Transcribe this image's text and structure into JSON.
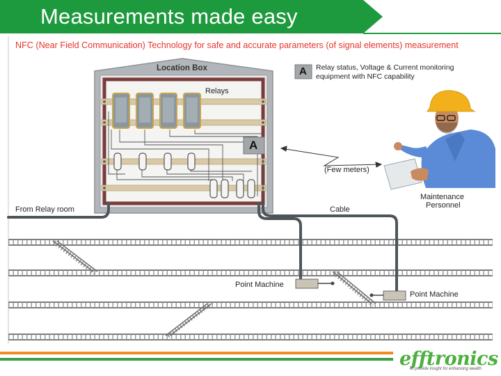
{
  "slide": {
    "title": "Measurements made easy",
    "subtitle": "NFC (Near Field Communication) Technology for safe and accurate parameters (of signal elements) measurement"
  },
  "diagram": {
    "location_box_label": "Location Box",
    "relays_label": "Relays",
    "badge_letter": "A",
    "legend_text": "Relay status, Voltage & Current monitoring equipment with NFC capability",
    "range_label": "(Few meters)",
    "personnel_label_line1": "Maintenance",
    "personnel_label_line2": "Personnel",
    "from_relay_room_label": "From Relay room",
    "cable_label": "Cable",
    "point_machine_1_label": "Point Machine",
    "point_machine_2_label": "Point Machine"
  },
  "branding": {
    "logo_text": "efftronics",
    "tagline": "To provide insight for enhancing wealth"
  },
  "colors": {
    "title_green": "#1e9a3e",
    "subtitle_red": "#e8332a",
    "box_gray": "#a8acb0",
    "frame_maroon": "#7a3b3b",
    "bar_tan": "#d9c9a6",
    "track_gray": "#8a8a8a",
    "footer_orange": "#f08a24",
    "footer_green": "#3aa04a"
  },
  "icons": [
    "nfc-device-icon",
    "relay-icon",
    "terminal-block-icon",
    "person-icon",
    "point-machine-icon",
    "lightning-signal-icon"
  ]
}
